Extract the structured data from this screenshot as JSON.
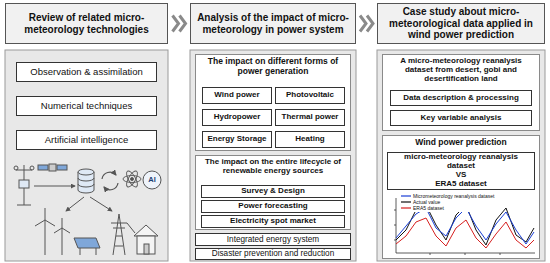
{
  "diagram": {
    "nodes": [
      {
        "text": [
          "Review of related micro-meteorology technologies"
        ]
      },
      {
        "text": [
          "Analysis of the impact of micro-meteorology in power system"
        ]
      },
      {
        "text": [
          "Case study about micro-meteorological data applied in wind power prediction"
        ]
      },
      {
        "text": [
          "Observation & assimilation"
        ]
      },
      {
        "text": [
          "Numerical techniques"
        ]
      },
      {
        "text": [
          "Artificial intelligence"
        ]
      },
      {
        "text": [
          "The impact on different forms of power generation"
        ]
      },
      {
        "text": [
          "Wind power"
        ],
        "in": 6
      },
      {
        "text": [
          "Photovoltaic"
        ],
        "in": 6
      },
      {
        "text": [
          "Hydropower"
        ],
        "in": 6
      },
      {
        "text": [
          "Thermal power"
        ],
        "in": 6
      },
      {
        "text": [
          "Energy Storage"
        ],
        "in": 6
      },
      {
        "text": [
          "Heating"
        ],
        "in": 6
      },
      {
        "text": [
          "The impact on the entire lifecycle of renewable energy sources"
        ]
      },
      {
        "text": [
          "Survey & Design"
        ],
        "in": 13
      },
      {
        "text": [
          "Power forecasting"
        ],
        "in": 13
      },
      {
        "text": [
          "Electricity spot market"
        ],
        "in": 13
      },
      {
        "text": [
          "Integrated energy system"
        ]
      },
      {
        "text": [
          "Disaster prevention and reduction"
        ]
      },
      {
        "text": [
          "A micro-meteorology reanalysis dataset from desert, gobi and desertification land"
        ]
      },
      {
        "text": [
          "Data description & processing"
        ],
        "in": 19
      },
      {
        "text": [
          "Key variable analysis"
        ],
        "in": 19
      },
      {
        "text": [
          "Wind power prediction"
        ]
      },
      {
        "text": [
          "micro-meteorology reanalysis dataset",
          "VS",
          "ERA5 dataset"
        ],
        "in": 22
      }
    ],
    "edges": [
      {
        "from": 0,
        "to": 1,
        "arrow": "to"
      },
      {
        "from": 1,
        "to": 2,
        "arrow": "to"
      }
    ],
    "labels": [
      "AI"
    ],
    "legend": [
      {
        "text": "Micrometeorology reanalysis dataset"
      },
      {
        "text": "Actual value"
      },
      {
        "text": "ERA5 dataset"
      }
    ]
  }
}
